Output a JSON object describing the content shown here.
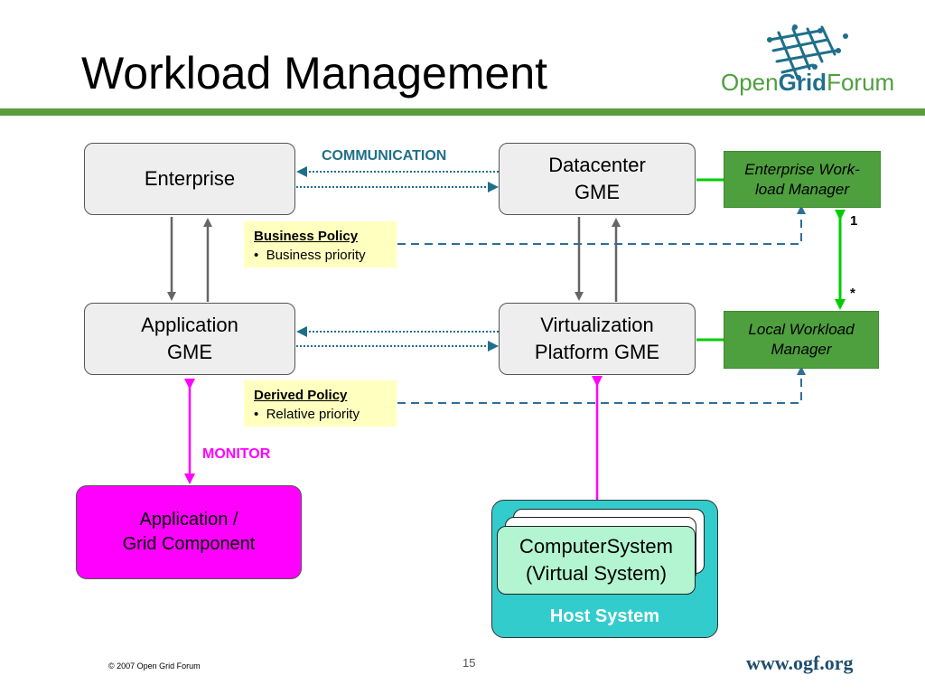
{
  "slide": {
    "title": "Workload Management",
    "footer_copyright": "© 2007 Open Grid Forum",
    "page_number": "15",
    "footer_url": "www.ogf.org"
  },
  "logo": {
    "open": "Open",
    "grid": "Grid",
    "forum": "Forum"
  },
  "boxes": {
    "enterprise": "Enterprise",
    "datacenter_line1": "Datacenter",
    "datacenter_line2": "GME",
    "application_line1": "Application",
    "application_line2": "GME",
    "virtualization_line1": "Virtualization",
    "virtualization_line2": "Platform GME",
    "app_component_line1": "Application /",
    "app_component_line2": "Grid Component",
    "computer_system_line1": "ComputerSystem",
    "computer_system_line2": "(Virtual System)",
    "host_system": "Host System"
  },
  "managers": {
    "enterprise_line1": "Enterprise Work-",
    "enterprise_line2": "load Manager",
    "local_line1": "Local Workload",
    "local_line2": "Manager",
    "multiplicity_one": "1",
    "multiplicity_many": "*"
  },
  "policies": {
    "business_heading": "Business Policy",
    "business_item": "Business priority",
    "derived_heading": "Derived Policy",
    "derived_item": "Relative priority"
  },
  "labels": {
    "communication": "COMMUNICATION",
    "monitor": "MONITOR"
  },
  "colors": {
    "header_rule": "#5a9e3c",
    "manager_green": "#4e9f3d",
    "communication_text": "#1f6f8b",
    "monitor_magenta": "#ff00ff",
    "policy_dash": "#2e6e99",
    "host_teal": "#33cccc",
    "computer_system_fill": "#b3f5d0",
    "link_green": "#00cc00"
  }
}
